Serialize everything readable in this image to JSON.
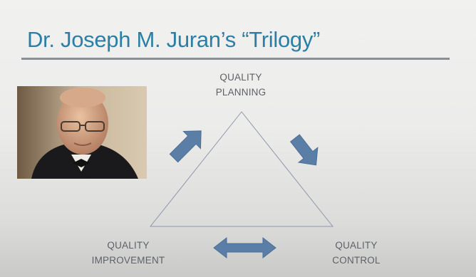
{
  "slide": {
    "title": "Dr. Joseph M. Juran’s “Trilogy”",
    "accent_color": "#2b7fa6",
    "arrow_color": "#5b7ea6"
  },
  "photo": {
    "subject": "portrait-photo"
  },
  "trilogy": {
    "planning": {
      "line1": "QUALITY",
      "line2": "PLANNING"
    },
    "improvement": {
      "line1": "QUALITY",
      "line2": "IMPROVEMENT"
    },
    "control": {
      "line1": "QUALITY",
      "line2": "CONTROL"
    }
  }
}
